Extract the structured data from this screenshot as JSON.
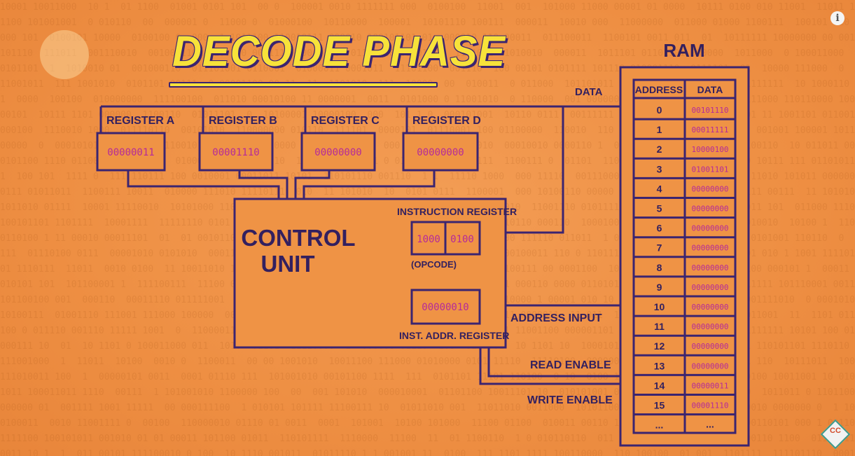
{
  "title": "DECODE PHASE",
  "ram": {
    "label": "RAM",
    "col_address": "ADDRESS",
    "col_data": "DATA",
    "rows": [
      {
        "address": "0",
        "data": "00101110"
      },
      {
        "address": "1",
        "data": "00011111"
      },
      {
        "address": "2",
        "data": "10000100"
      },
      {
        "address": "3",
        "data": "01001101"
      },
      {
        "address": "4",
        "data": "00000000"
      },
      {
        "address": "5",
        "data": "00000000"
      },
      {
        "address": "6",
        "data": "00000000"
      },
      {
        "address": "7",
        "data": "00000000"
      },
      {
        "address": "8",
        "data": "00000000"
      },
      {
        "address": "9",
        "data": "00000000"
      },
      {
        "address": "10",
        "data": "00000000"
      },
      {
        "address": "11",
        "data": "00000000"
      },
      {
        "address": "12",
        "data": "00000000"
      },
      {
        "address": "13",
        "data": "00000000"
      },
      {
        "address": "14",
        "data": "00000011"
      },
      {
        "address": "15",
        "data": "00001110"
      },
      {
        "address": "...",
        "data": "..."
      }
    ]
  },
  "registers": [
    {
      "label": "REGISTER A",
      "value": "00000011"
    },
    {
      "label": "REGISTER B",
      "value": "00001110"
    },
    {
      "label": "REGISTER C",
      "value": "00000000"
    },
    {
      "label": "REGISTER D",
      "value": "00000000"
    }
  ],
  "control_unit": {
    "label_line1": "CONTROL",
    "label_line2": "UNIT",
    "instruction_register_label": "INSTRUCTION REGISTER",
    "opcode": "1000",
    "operand": "0100",
    "opcode_label": "(OPCODE)",
    "inst_addr_value": "00000010",
    "inst_addr_label": "INST. ADDR. REGISTER"
  },
  "bus_labels": {
    "data": "DATA",
    "address_input": "ADDRESS INPUT",
    "read_enable": "READ ENABLE",
    "write_enable": "WRITE ENABLE"
  },
  "icons": {
    "info": "i",
    "pbs": "pbs-logo",
    "crash_course": "CC"
  },
  "colors": {
    "background": "#ee8f43",
    "ink": "#3b2470",
    "value": "#b52a9a",
    "title": "#f7e23a"
  }
}
